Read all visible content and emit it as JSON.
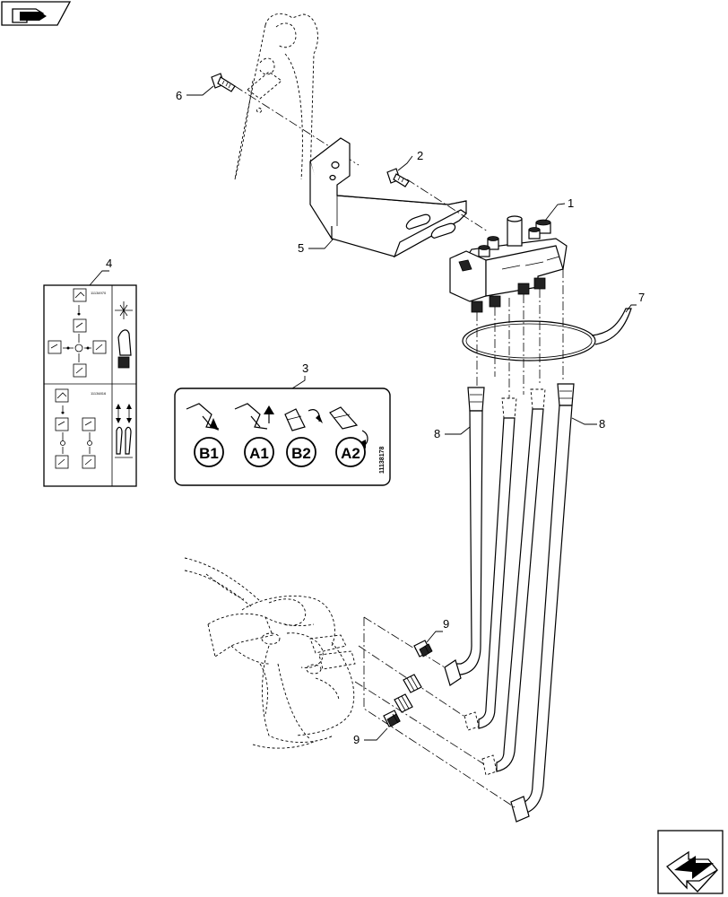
{
  "callouts": {
    "c1": "1",
    "c2": "2",
    "c3": "3",
    "c4": "4",
    "c5": "5",
    "c6": "6",
    "c7": "7",
    "c8a": "8",
    "c8b": "8",
    "c9a": "9",
    "c9b": "9"
  },
  "decal3": {
    "b1": "B1",
    "a1": "A1",
    "b2": "B2",
    "a2": "A2",
    "part_number": "11138178"
  },
  "decal4": {
    "top_code": "11134970",
    "bottom_code": "11134816"
  }
}
